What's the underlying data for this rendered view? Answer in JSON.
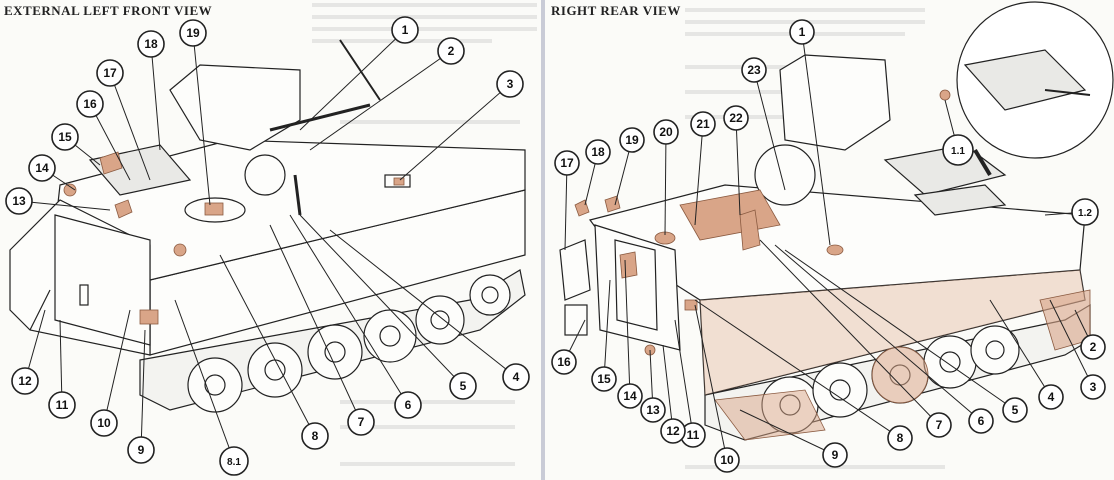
{
  "left_view": {
    "title": "EXTERNAL LEFT FRONT VIEW",
    "callouts": [
      {
        "label": "1"
      },
      {
        "label": "2"
      },
      {
        "label": "3"
      },
      {
        "label": "4"
      },
      {
        "label": "5"
      },
      {
        "label": "6"
      },
      {
        "label": "7"
      },
      {
        "label": "8"
      },
      {
        "label": "8.1"
      },
      {
        "label": "9"
      },
      {
        "label": "10"
      },
      {
        "label": "11"
      },
      {
        "label": "12"
      },
      {
        "label": "13"
      },
      {
        "label": "14"
      },
      {
        "label": "15"
      },
      {
        "label": "16"
      },
      {
        "label": "17"
      },
      {
        "label": "18"
      },
      {
        "label": "19"
      }
    ]
  },
  "right_view": {
    "title": "RIGHT REAR VIEW",
    "callouts": [
      {
        "label": "1"
      },
      {
        "label": "1.1"
      },
      {
        "label": "1.2"
      },
      {
        "label": "2"
      },
      {
        "label": "3"
      },
      {
        "label": "4"
      },
      {
        "label": "5"
      },
      {
        "label": "6"
      },
      {
        "label": "7"
      },
      {
        "label": "8"
      },
      {
        "label": "9"
      },
      {
        "label": "10"
      },
      {
        "label": "11"
      },
      {
        "label": "12"
      },
      {
        "label": "13"
      },
      {
        "label": "14"
      },
      {
        "label": "15"
      },
      {
        "label": "16"
      },
      {
        "label": "17"
      },
      {
        "label": "18"
      },
      {
        "label": "19"
      },
      {
        "label": "20"
      },
      {
        "label": "21"
      },
      {
        "label": "22"
      },
      {
        "label": "23"
      }
    ]
  },
  "colors": {
    "highlight": "#d9a588",
    "highlight_dark": "#b87a5c",
    "line": "#222222",
    "divider": "#c9cbd6"
  }
}
